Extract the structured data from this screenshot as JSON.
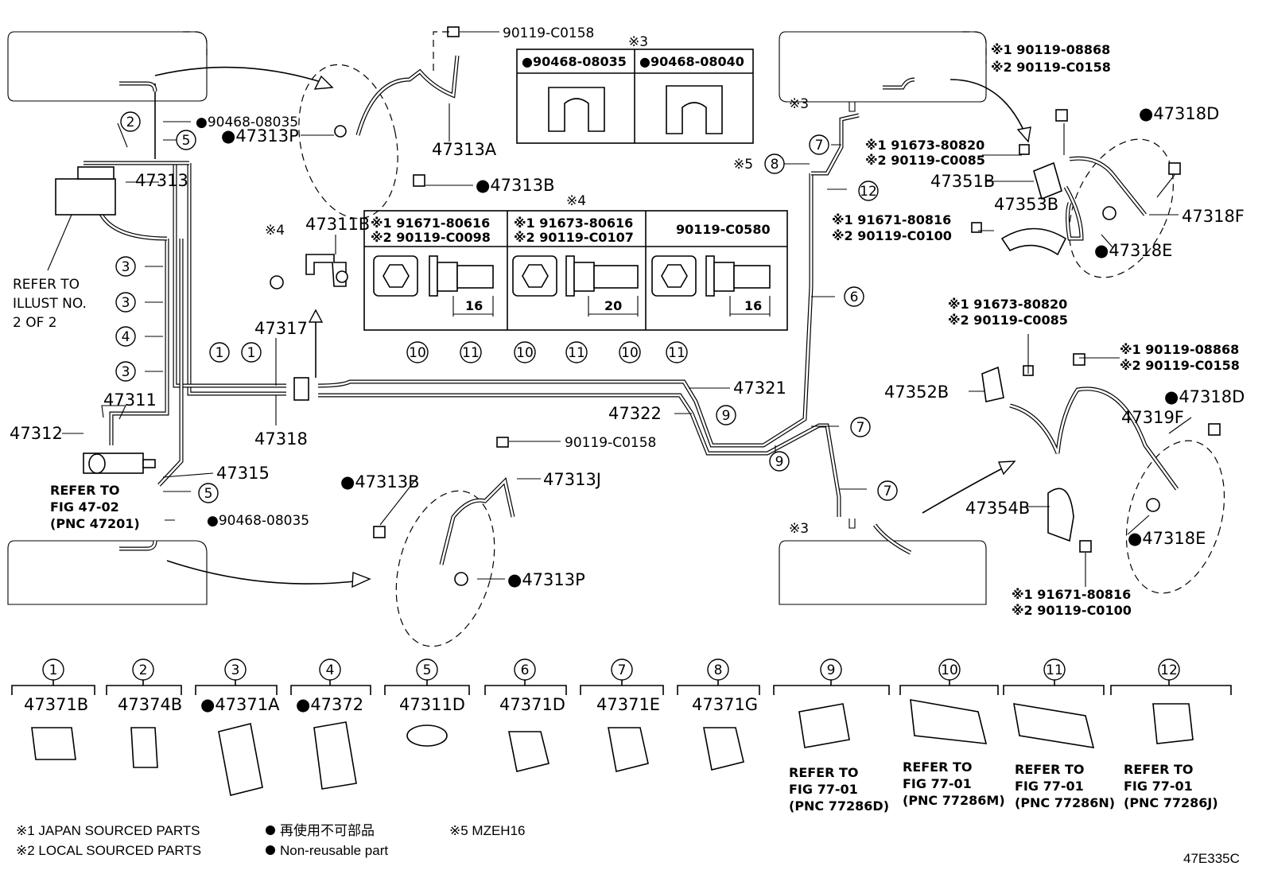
{
  "diagram_code": "47E335C",
  "footnotes": {
    "note1": "※1 JAPAN SOURCED PARTS",
    "note2": "※2 LOCAL SOURCED PARTS",
    "note5": "※5 MZEH16",
    "nonreusable_jp": "再使用不可部品",
    "nonreusable_en": "Non-reusable part"
  },
  "refs": {
    "illust": [
      "REFER TO",
      "ILLUST NO.",
      "2 OF 2"
    ],
    "fig4702": [
      "REFER TO",
      "FIG 47-02",
      "(PNC 47201)"
    ]
  },
  "callouts": {
    "c1": "1",
    "c2": "2",
    "c3": "3",
    "c4": "4",
    "c5": "5",
    "c6": "6",
    "c7": "7",
    "c8": "8",
    "c9": "9",
    "c10": "10",
    "c11": "11",
    "c12": "12"
  },
  "marks": {
    "k3": "※3",
    "k4": "※4",
    "k5": "※5"
  },
  "parts": {
    "p47313": "47313",
    "p47313A": "47313A",
    "p47313B": "●47313B",
    "p47313B2": "●47313B",
    "p47313P": "●47313P",
    "p47313P2": "●47313P",
    "p47313J": "47313J",
    "p47311": "47311",
    "p47311B": "47311B",
    "p47312": "47312",
    "p47315": "47315",
    "p47317": "47317",
    "p47318": "47318",
    "p47321": "47321",
    "p47322": "47322",
    "p47351B": "47351B",
    "p47353B": "47353B",
    "p47352B": "47352B",
    "p47354B": "47354B",
    "p47318D": "●47318D",
    "p47318D2": "●47318D",
    "p47318E": "●47318E",
    "p47318E2": "●47318E",
    "p47318F": "47318F",
    "p47319F": "47319F",
    "b90119C0158a": "90119-C0158",
    "b90119C0158b": "90119-C0158",
    "c90468_08035a": "●90468-08035",
    "c90468_08035b": "●90468-08035",
    "r1a": "※1 90119-08868",
    "r1b": "※2 90119-C0158",
    "r2a": "※1 91673-80820",
    "r2b": "※2 90119-C0085",
    "r3a": "※1 91671-80816",
    "r3b": "※2 90119-C0100",
    "r4a": "※1 91673-80820",
    "r4b": "※2 90119-C0085",
    "r5a": "※1 90119-08868",
    "r5b": "※2 90119-C0158",
    "r6a": "※1 91671-80816",
    "r6b": "※2 90119-C0100"
  },
  "table_k3": {
    "header": "※3",
    "cols": [
      "●90468-08035",
      "●90468-08040"
    ]
  },
  "table_k4": {
    "header": "※4",
    "cols": [
      {
        "l1": "※1 91671-80616",
        "l2": "※2 90119-C0098",
        "len": "16"
      },
      {
        "l1": "※1 91673-80616",
        "l2": "※2 90119-C0107",
        "len": "20"
      },
      {
        "l1": "90119-C0580",
        "l2": "",
        "len": "16"
      }
    ]
  },
  "legend": [
    {
      "num": "1",
      "part": "47371B",
      "refer": []
    },
    {
      "num": "2",
      "part": "47374B",
      "refer": []
    },
    {
      "num": "3",
      "part": "●47371A",
      "refer": []
    },
    {
      "num": "4",
      "part": "●47372",
      "refer": []
    },
    {
      "num": "5",
      "part": "47311D",
      "refer": []
    },
    {
      "num": "6",
      "part": "47371D",
      "refer": []
    },
    {
      "num": "7",
      "part": "47371E",
      "refer": []
    },
    {
      "num": "8",
      "part": "47371G",
      "refer": []
    },
    {
      "num": "9",
      "part": "",
      "refer": [
        "REFER TO",
        "FIG 77-01",
        "(PNC 77286D)"
      ]
    },
    {
      "num": "10",
      "part": "",
      "refer": [
        "REFER TO",
        "FIG 77-01",
        "(PNC 77286M)"
      ]
    },
    {
      "num": "11",
      "part": "",
      "refer": [
        "REFER TO",
        "FIG 77-01",
        "(PNC 77286N)"
      ]
    },
    {
      "num": "12",
      "part": "",
      "refer": [
        "REFER TO",
        "FIG 77-01",
        "(PNC 77286J)"
      ]
    }
  ]
}
